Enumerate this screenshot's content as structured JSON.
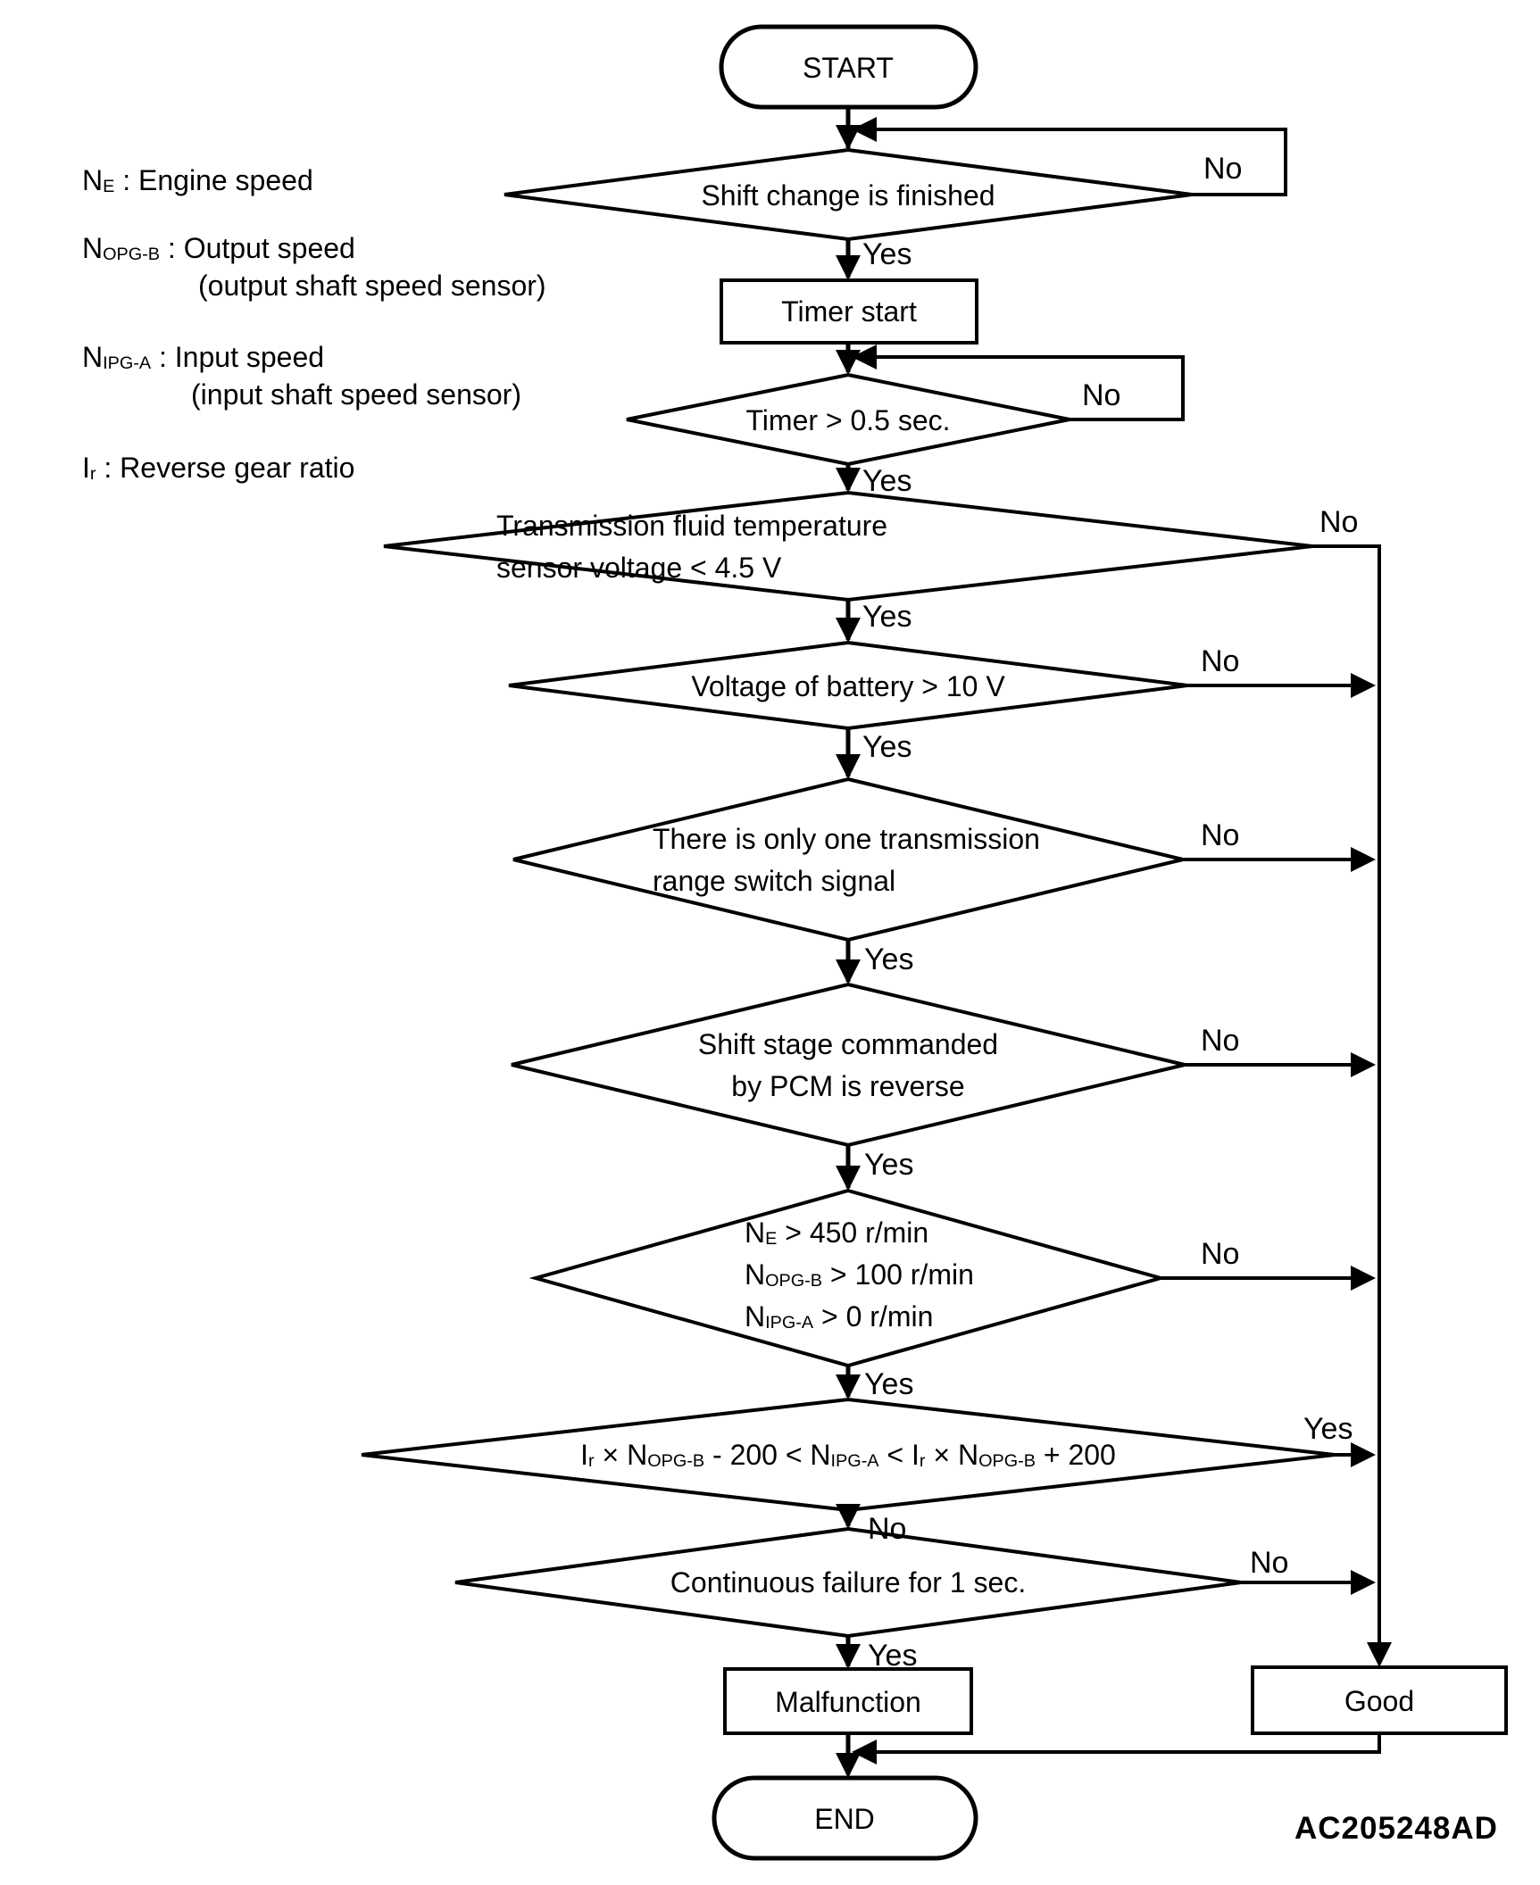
{
  "legend": {
    "items": [
      {
        "line1": "N_E_ : Engine speed",
        "line2": ""
      },
      {
        "line1": "N_OPG-B_ : Output speed",
        "line2": "(output shaft speed sensor)"
      },
      {
        "line1": "N_IPG-A_ : Input speed",
        "line2": "(input shaft speed sensor)"
      },
      {
        "line1": "I_r_ : Reverse gear ratio",
        "line2": ""
      }
    ]
  },
  "flowchart": {
    "start_label": "START",
    "end_label": "END",
    "decisions": {
      "shift_change": {
        "text": "Shift change is finished",
        "yes": "Yes",
        "no": "No"
      },
      "timer_threshold": {
        "text": "Timer > 0.5 sec.",
        "yes": "Yes",
        "no": "No"
      },
      "fluid_temp": {
        "line1": "Transmission fluid temperature",
        "line2": "sensor voltage < 4.5 V",
        "yes": "Yes",
        "no": "No"
      },
      "battery_voltage": {
        "text": "Voltage of battery > 10 V",
        "yes": "Yes",
        "no": "No"
      },
      "range_switch": {
        "line1": "There is only one transmission",
        "line2": "range switch signal",
        "yes": "Yes",
        "no": "No"
      },
      "shift_stage": {
        "line1": "Shift stage commanded",
        "line2": "by PCM is reverse",
        "yes": "Yes",
        "no": "No"
      },
      "speeds": {
        "line1": "N_E_ > 450 r/min",
        "line2": "N_OPG-B_ > 100 r/min",
        "line3": "N_IPG-A_ > 0 r/min",
        "yes": "Yes",
        "no": "No"
      },
      "ratio_check": {
        "text": "I_r_ × N_OPG-B_ - 200 < N_IPG-A_ < I_r_ × N_OPG-B_ + 200",
        "yes": "Yes",
        "no": "No"
      },
      "continuous_failure": {
        "text": "Continuous failure for 1 sec.",
        "yes": "Yes",
        "no": "No"
      }
    },
    "processes": {
      "timer_start": "Timer start",
      "malfunction": "Malfunction",
      "good": "Good"
    }
  },
  "figure_code": "AC205248AD"
}
